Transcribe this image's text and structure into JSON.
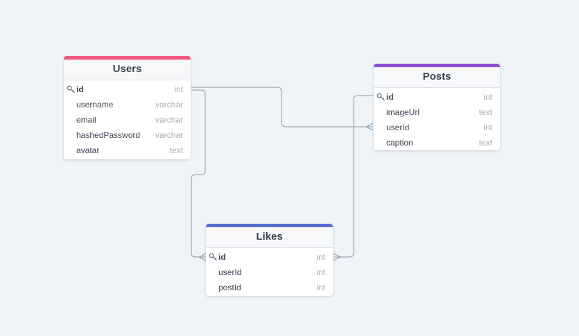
{
  "colors": {
    "background": "#eef4f7",
    "connector": "#8b99aa",
    "users_accent": "#f0577a",
    "posts_accent": "#8b4fd6",
    "likes_accent": "#5b6fd0"
  },
  "icons": {
    "primary_key": "key-icon",
    "relation_end": "crows-foot-many"
  },
  "tables": {
    "users": {
      "name": "Users",
      "fields": [
        {
          "name": "id",
          "type": "int",
          "primary_key": true
        },
        {
          "name": "username",
          "type": "varchar"
        },
        {
          "name": "email",
          "type": "varchar"
        },
        {
          "name": "hashedPassword",
          "type": "varchar"
        },
        {
          "name": "avatar",
          "type": "text"
        }
      ]
    },
    "posts": {
      "name": "Posts",
      "fields": [
        {
          "name": "id",
          "type": "int",
          "primary_key": true
        },
        {
          "name": "imageUrl",
          "type": "text"
        },
        {
          "name": "userId",
          "type": "int"
        },
        {
          "name": "caption",
          "type": "text"
        }
      ]
    },
    "likes": {
      "name": "Likes",
      "fields": [
        {
          "name": "id",
          "type": "int",
          "primary_key": true
        },
        {
          "name": "userId",
          "type": "int"
        },
        {
          "name": "postId",
          "type": "int"
        }
      ]
    }
  },
  "relationships": [
    {
      "from": "Users.id",
      "to": "Posts.userId",
      "cardinality": "one-to-many"
    },
    {
      "from": "Users.id",
      "to": "Likes.id",
      "cardinality": "one-to-many"
    },
    {
      "from": "Posts.id",
      "to": "Likes.id",
      "cardinality": "one-to-many"
    }
  ]
}
